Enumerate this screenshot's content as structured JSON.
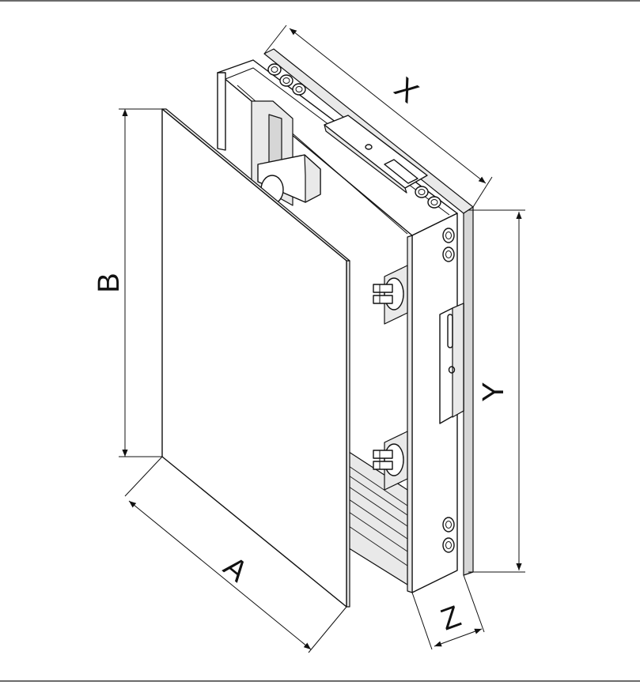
{
  "diagram": {
    "labels": {
      "width_front": "A",
      "height_front": "B",
      "width_frame": "X",
      "height_frame": "Y",
      "depth": "Z"
    }
  }
}
